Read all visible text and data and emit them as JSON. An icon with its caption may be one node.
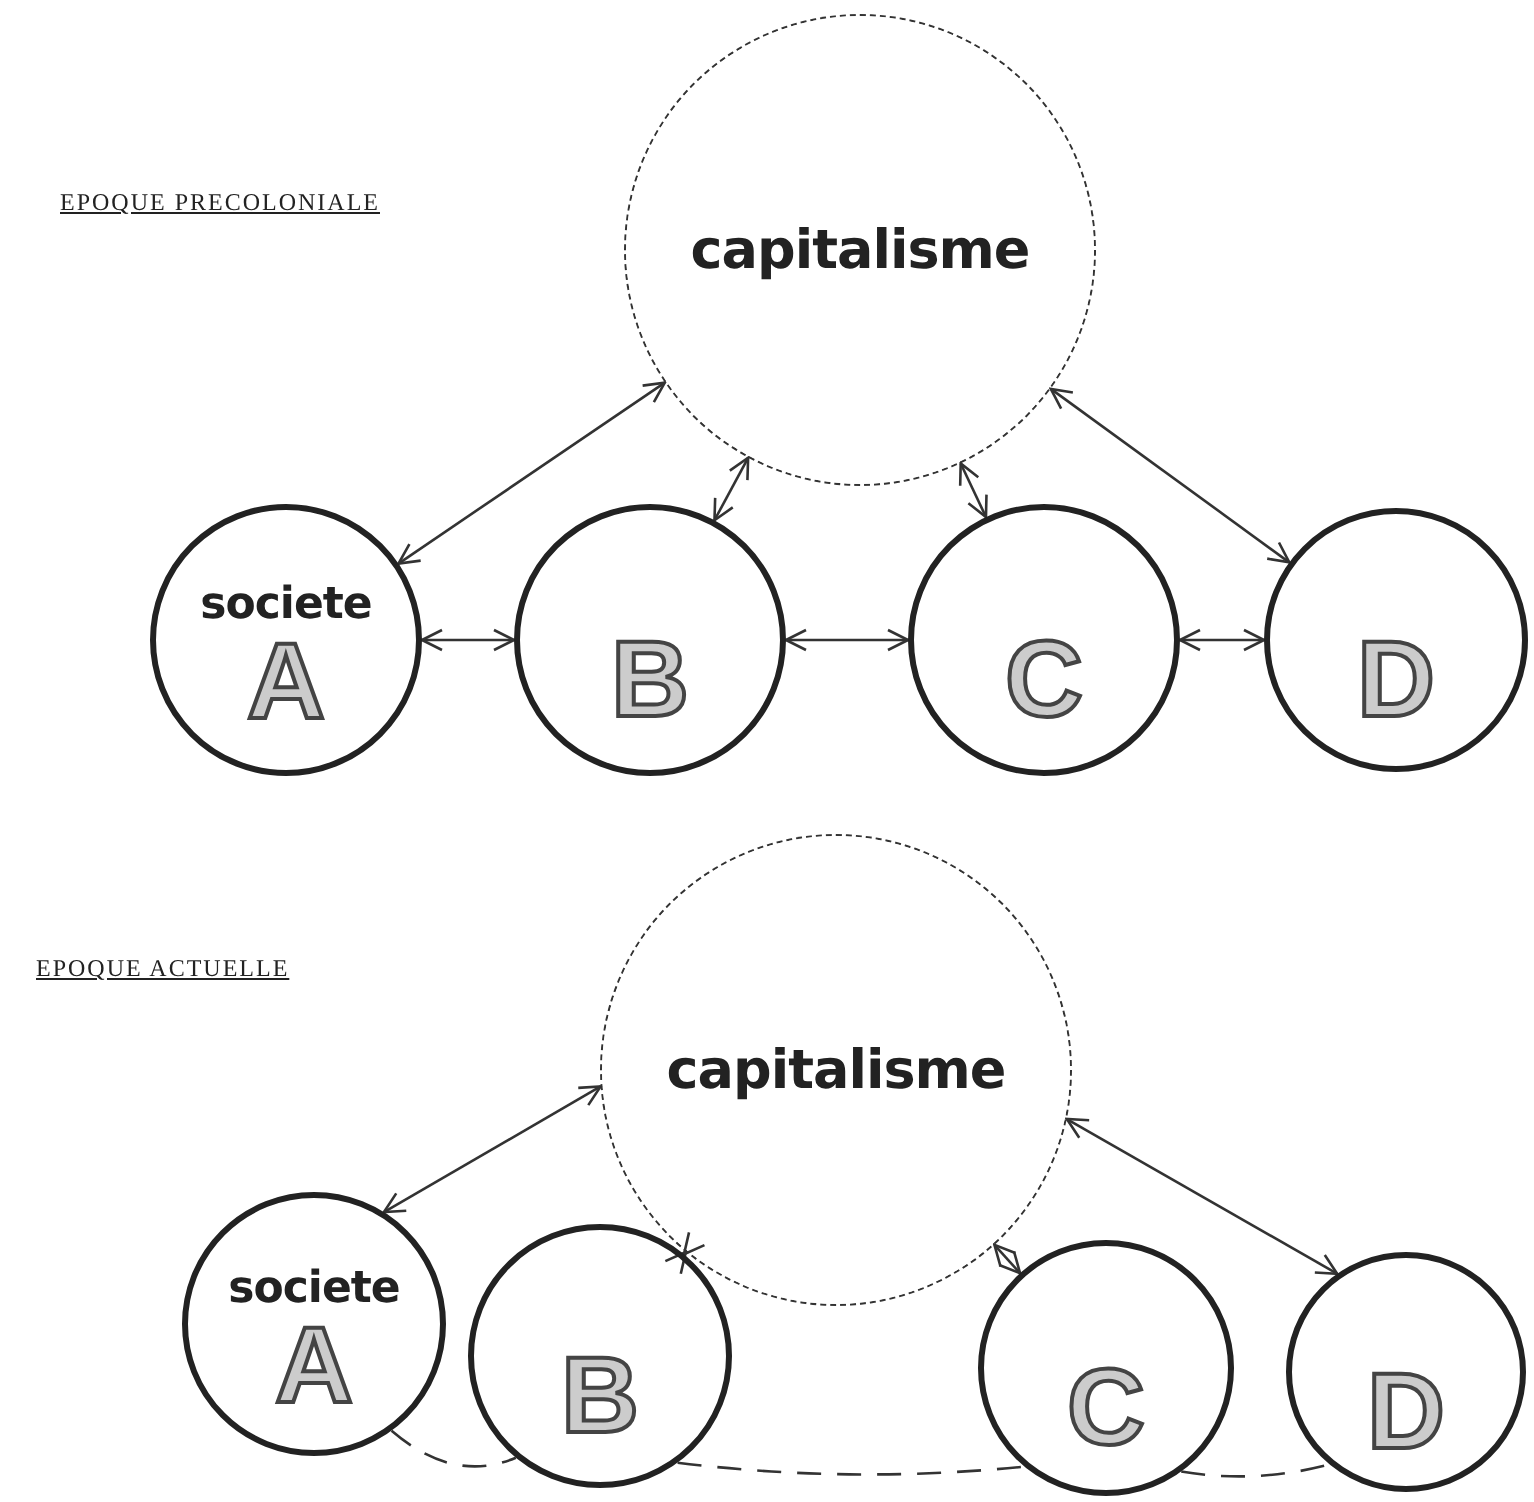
{
  "diagram": {
    "nodes": [
      {
        "text": [
          "capitalisme"
        ]
      },
      {
        "text": [
          "societe",
          "A"
        ]
      },
      {
        "text": [
          "B"
        ]
      },
      {
        "text": [
          "C"
        ]
      },
      {
        "text": [
          "D"
        ]
      },
      {
        "text": [
          "capitalisme"
        ]
      },
      {
        "text": [
          "societe",
          "A"
        ]
      },
      {
        "text": [
          "B"
        ]
      },
      {
        "text": [
          "C"
        ]
      },
      {
        "text": [
          "D"
        ]
      }
    ],
    "edges": [
      {
        "from": 0,
        "to": 1,
        "arrow": "both"
      },
      {
        "from": 0,
        "to": 2,
        "arrow": "both"
      },
      {
        "from": 0,
        "to": 3,
        "arrow": "both"
      },
      {
        "from": 0,
        "to": 4,
        "arrow": "both"
      },
      {
        "from": 1,
        "to": 2,
        "arrow": "both"
      },
      {
        "from": 2,
        "to": 3,
        "arrow": "both"
      },
      {
        "from": 3,
        "to": 4,
        "arrow": "both"
      },
      {
        "from": 5,
        "to": 6,
        "arrow": "both"
      },
      {
        "from": 5,
        "to": 7,
        "arrow": "both",
        "style": "dashed"
      },
      {
        "from": 5,
        "to": 8,
        "arrow": "both"
      },
      {
        "from": 5,
        "to": 9,
        "arrow": "both"
      },
      {
        "from": 6,
        "to": 7,
        "arrow": "none",
        "style": "dashed"
      },
      {
        "from": 7,
        "to": 8,
        "arrow": "none",
        "style": "dashed"
      },
      {
        "from": 8,
        "to": 9,
        "arrow": "none",
        "style": "dashed"
      }
    ],
    "labels": [
      "EPOQUE PRECOLONIALE",
      "EPOQUE ACTUELLE"
    ]
  }
}
